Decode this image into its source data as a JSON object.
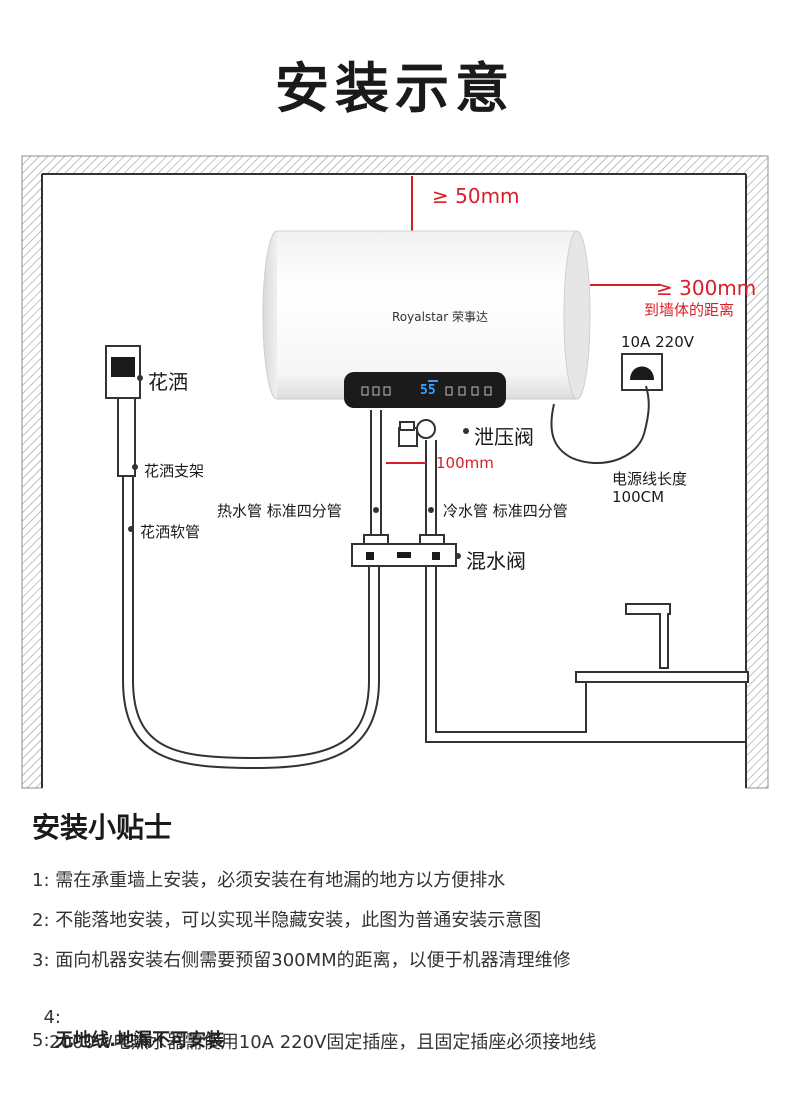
{
  "title": "安装示意",
  "heater": {
    "brand": "Royalstar",
    "brand_cn": "荣事达",
    "display_temp": "55"
  },
  "dimensions": {
    "top_clearance": "≥ 50mm",
    "side_clearance": "≥ 300mm",
    "side_clearance_note": "到墙体的距离",
    "pipe_gap": "100mm"
  },
  "labels": {
    "shower": "花洒",
    "shower_bracket": "花洒支架",
    "shower_hose": "花洒软管",
    "relief_valve": "泄压阀",
    "hot_pipe": "热水管 标准四分管",
    "cold_pipe": "冷水管 标准四分管",
    "mixing_valve": "混水阀",
    "socket": "10A 220V",
    "cord_length_label": "电源线长度",
    "cord_length_value": "100CM"
  },
  "tips": {
    "heading": "安装小贴士",
    "items": [
      {
        "num": "1:",
        "text": "需在承重墙上安装，必须安装在有地漏的地方以方便排水"
      },
      {
        "num": "2:",
        "text": "不能落地安装，可以实现半隐藏安装，此图为普通安装示意图"
      },
      {
        "num": "3:",
        "text": "面向机器安装右侧需要预留300MM的距离，以便于机器清理维修"
      },
      {
        "num": "4:",
        "text": " 2000W电热水器需使用10A 220V固定插座，且固定插座必须接地线"
      },
      {
        "num": "5:",
        "text": "无地线.地漏不可安装"
      }
    ]
  },
  "colors": {
    "accent_red": "#d8202a",
    "line": "#333333",
    "display_blue": "#3aa0ff"
  }
}
